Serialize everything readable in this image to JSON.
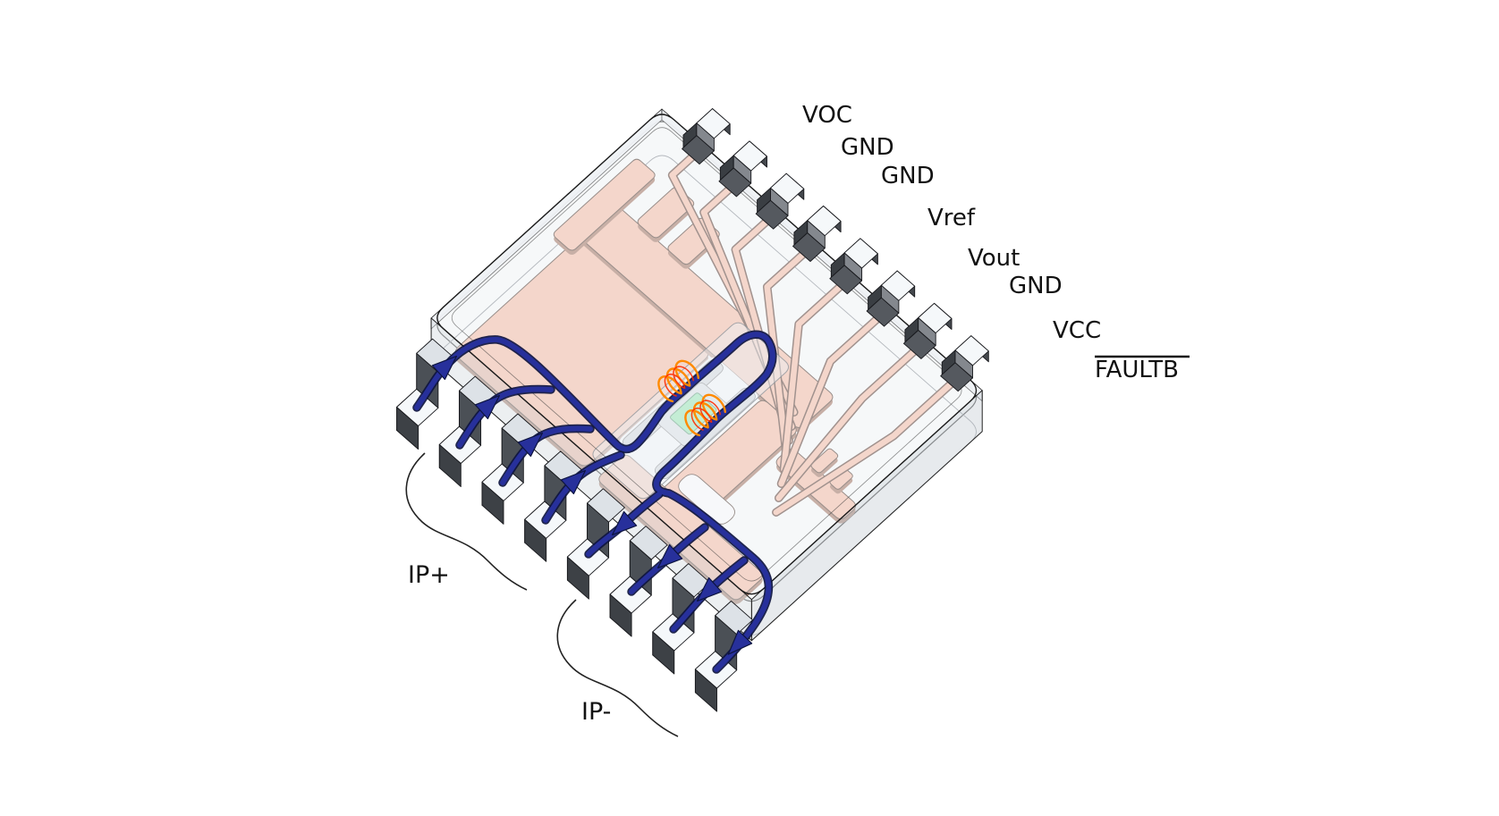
{
  "figure": {
    "type": "3d-ic-current-sensor-package-diagram",
    "signal_pin_labels": [
      {
        "label": "VOC",
        "overline": false
      },
      {
        "label": "GND",
        "overline": false
      },
      {
        "label": "GND",
        "overline": false
      },
      {
        "label": "Vref",
        "overline": false
      },
      {
        "label": "Vout",
        "overline": false
      },
      {
        "label": "GND",
        "overline": false
      },
      {
        "label": "VCC",
        "overline": false
      },
      {
        "label": "FAULTB",
        "overline": true
      }
    ],
    "current_terminal_labels": [
      {
        "label": "IP+"
      },
      {
        "label": "IP-"
      }
    ],
    "colors": {
      "copper": "#f5c1ae",
      "copper_edge": "#5d4a41",
      "copper_shadow": "#aa8070",
      "mold": "#eef1f5",
      "die_green": "#6fe392",
      "coil_orange": "#ff8a00",
      "coil_red": "#ff2b00",
      "current_blue": "#27309b",
      "current_blue_dark": "#0d1440"
    }
  }
}
